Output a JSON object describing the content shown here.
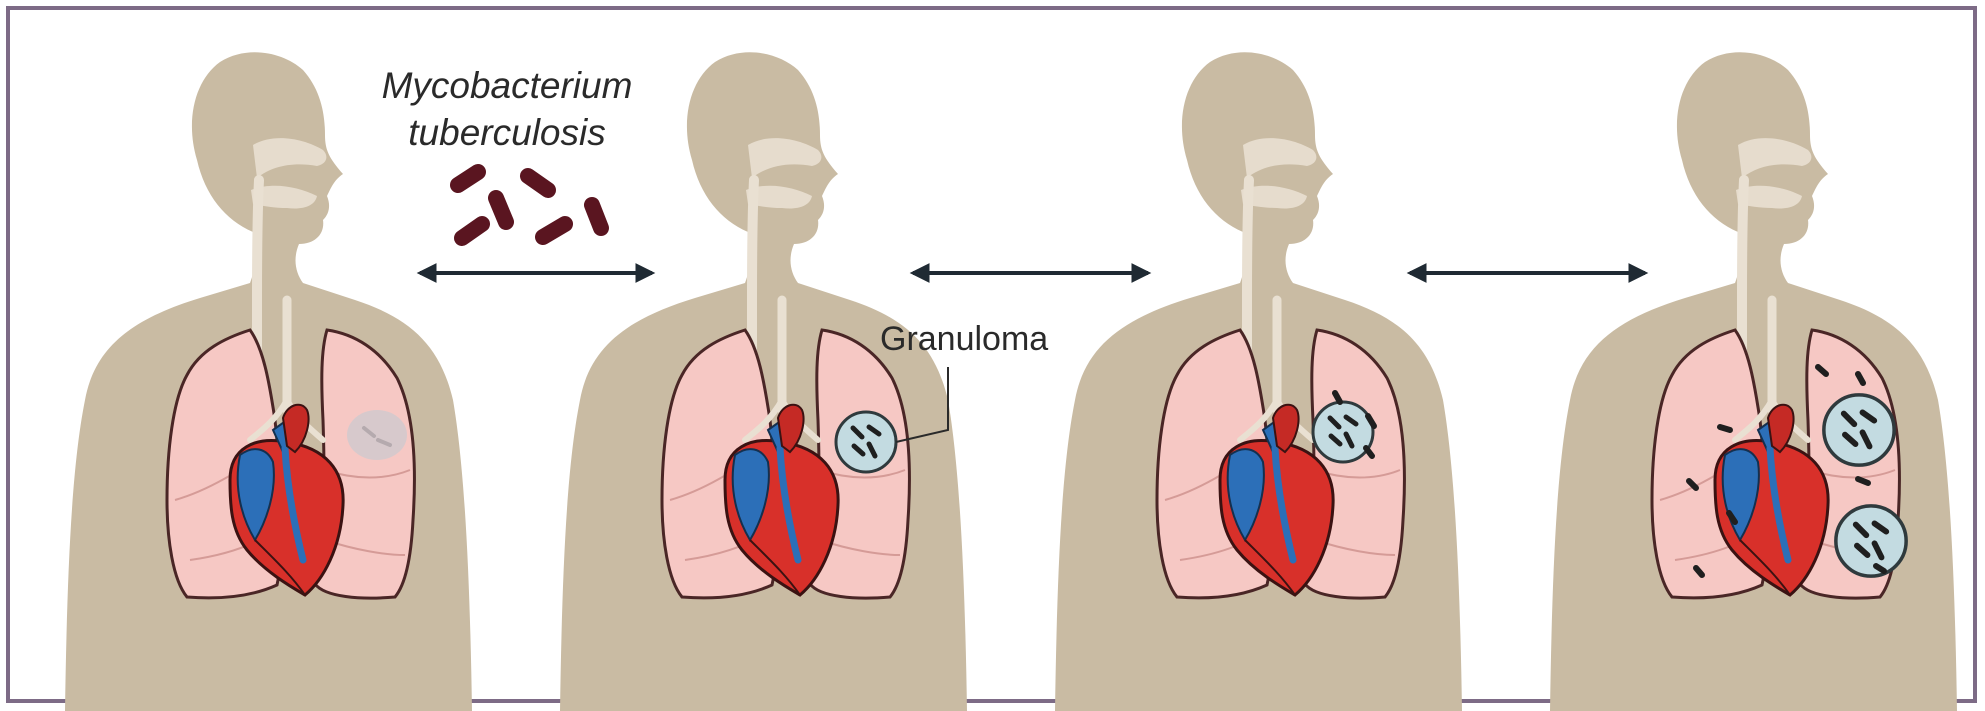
{
  "labels": {
    "pathogen_line1": "Mycobacterium",
    "pathogen_line2": "tuberculosis",
    "granuloma": "Granuloma"
  },
  "stages": [
    {
      "granulomas": 0,
      "faint_lesion": true,
      "free_bacilli": false
    },
    {
      "granulomas": 1,
      "faint_lesion": false,
      "free_bacilli": false
    },
    {
      "granulomas": 1,
      "faint_lesion": false,
      "free_bacilli": true
    },
    {
      "granulomas": 2,
      "faint_lesion": false,
      "free_bacilli": true
    }
  ],
  "colors": {
    "border": "#7d6b86",
    "body": "#c9bba3",
    "lung": "#f6c8c4",
    "heart_red": "#d8302a",
    "vessel_blue": "#2c6fb8",
    "bacillus": "#5a1520",
    "granuloma": "#c3dbe1",
    "arrow": "#1f2a33"
  }
}
